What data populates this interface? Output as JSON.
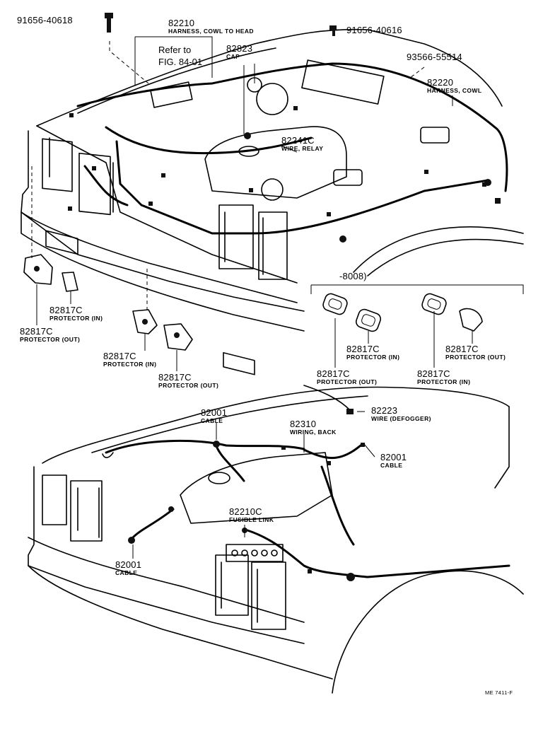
{
  "diagram": {
    "code": "ME 7411-F",
    "bracket_label": "-8008)",
    "labels": [
      {
        "id": "bolt-a",
        "number": "91656-40618",
        "caption": ""
      },
      {
        "id": "harness-cowl-to-head",
        "number": "82210",
        "caption": "HARNESS, COWL TO HEAD"
      },
      {
        "id": "refer-to",
        "number": "Refer to",
        "caption": ""
      },
      {
        "id": "fig-ref",
        "number": "FIG. 84-01",
        "caption": ""
      },
      {
        "id": "cap",
        "number": "82823",
        "caption": "CAP"
      },
      {
        "id": "bolt-b",
        "number": "91656-40616",
        "caption": ""
      },
      {
        "id": "clip",
        "number": "93566-55514",
        "caption": ""
      },
      {
        "id": "harness-cowl",
        "number": "82220",
        "caption": "HARNESS, COWL"
      },
      {
        "id": "wire-relay",
        "number": "82241C",
        "caption": "WIRE, RELAY"
      },
      {
        "id": "protector-in-1",
        "number": "82817C",
        "caption": "PROTECTOR (IN)"
      },
      {
        "id": "protector-out-1",
        "number": "82817C",
        "caption": "PROTECTOR (OUT)"
      },
      {
        "id": "protector-in-2",
        "number": "82817C",
        "caption": "PROTECTOR (IN)"
      },
      {
        "id": "protector-out-2",
        "number": "82817C",
        "caption": "PROTECTOR (OUT)"
      },
      {
        "id": "protector-in-3",
        "number": "82817C",
        "caption": "PROTECTOR (IN)"
      },
      {
        "id": "protector-out-3",
        "number": "82817C",
        "caption": "PROTECTOR (OUT)"
      },
      {
        "id": "protector-out-4",
        "number": "82817C",
        "caption": "PROTECTOR (OUT)"
      },
      {
        "id": "protector-in-4",
        "number": "82817C",
        "caption": "PROTECTOR (IN)"
      },
      {
        "id": "wire-defogger",
        "number": "82223",
        "caption": "WIRE (DEFOGGER)"
      },
      {
        "id": "cable-1",
        "number": "82001",
        "caption": "CABLE"
      },
      {
        "id": "wiring-back",
        "number": "82310",
        "caption": "WIRING, BACK"
      },
      {
        "id": "cable-2",
        "number": "82001",
        "caption": "CABLE"
      },
      {
        "id": "fusible-link",
        "number": "82210C",
        "caption": "FUSIBLE LINK"
      },
      {
        "id": "cable-3",
        "number": "82001",
        "caption": "CABLE"
      }
    ]
  }
}
